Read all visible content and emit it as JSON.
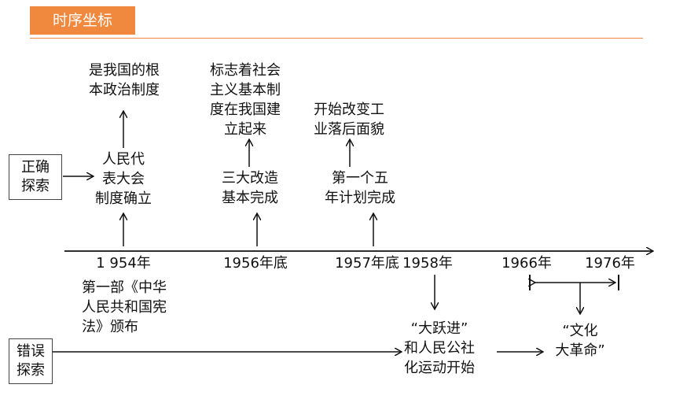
{
  "header": {
    "title": "时序坐标"
  },
  "rows": {
    "correct": [
      "正确",
      "探索"
    ],
    "wrong": [
      "错误",
      "探索"
    ]
  },
  "timeline": {
    "years": [
      "1 954年",
      "1956年底",
      "1957年底",
      "1958年",
      "1966年",
      "1976年"
    ]
  },
  "events": {
    "e1954": [
      "人民代",
      "表大会",
      "制度确立"
    ],
    "s1954_top": [
      "是我国的根",
      "本政治制度"
    ],
    "s1954_below": [
      "第一部《中华",
      "人民共和国宪",
      "法》颁布"
    ],
    "e1956": [
      "三大改造",
      "基本完成"
    ],
    "s1956_top": [
      "标志着社会",
      "主义基本制",
      "度在我国建",
      "立起来"
    ],
    "e1957": [
      "第一个五",
      "年计划完成"
    ],
    "s1957_top": [
      "开始改变工",
      "业落后面貌"
    ],
    "e1958": [
      "“大跃进”",
      "和人民公社",
      "化运动开始"
    ],
    "e1966": [
      "“文化",
      "大革命”"
    ]
  },
  "colors": {
    "accent": "#f0883e",
    "line": "#111111"
  }
}
